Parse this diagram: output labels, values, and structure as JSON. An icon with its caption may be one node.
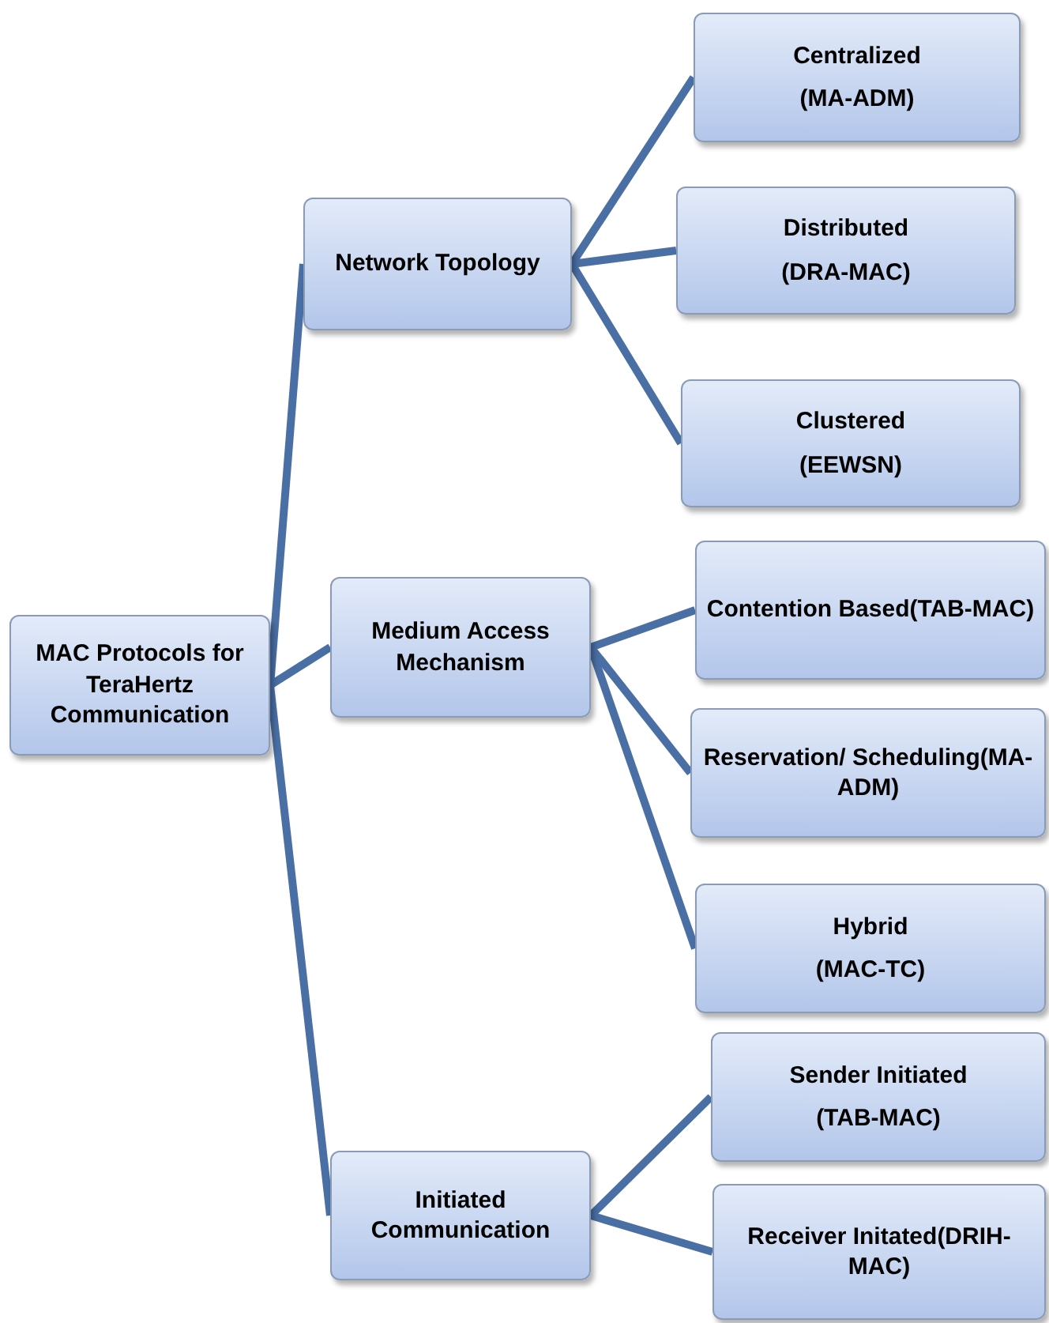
{
  "diagram": {
    "nodes": [
      {
        "text": [
          "MAC Protocols for TeraHertz Communication"
        ]
      },
      {
        "text": [
          "Network Topology"
        ]
      },
      {
        "text": [
          "Centralized",
          "(MA-ADM)"
        ]
      },
      {
        "text": [
          "Distributed",
          "(DRA-MAC)"
        ]
      },
      {
        "text": [
          "Clustered",
          "(EEWSN)"
        ]
      },
      {
        "text": [
          "Medium Access Mechanism"
        ]
      },
      {
        "text": [
          "Contention Based(TAB-MAC)"
        ]
      },
      {
        "text": [
          "Reservation/ Scheduling(MA-ADM)"
        ]
      },
      {
        "text": [
          "Hybrid",
          "(MAC-TC)"
        ]
      },
      {
        "text": [
          "Initiated Communication"
        ]
      },
      {
        "text": [
          "Sender Initiated",
          "(TAB-MAC)"
        ]
      },
      {
        "text": [
          "Receiver Initated(DRIH-MAC)"
        ]
      }
    ],
    "edges": [
      {
        "from": 0,
        "to": 1,
        "arrow": "none"
      },
      {
        "from": 0,
        "to": 5,
        "arrow": "none"
      },
      {
        "from": 0,
        "to": 9,
        "arrow": "none"
      },
      {
        "from": 1,
        "to": 2,
        "arrow": "none"
      },
      {
        "from": 1,
        "to": 3,
        "arrow": "none"
      },
      {
        "from": 1,
        "to": 4,
        "arrow": "none"
      },
      {
        "from": 5,
        "to": 6,
        "arrow": "none"
      },
      {
        "from": 5,
        "to": 7,
        "arrow": "none"
      },
      {
        "from": 5,
        "to": 8,
        "arrow": "none"
      },
      {
        "from": 9,
        "to": 10,
        "arrow": "none"
      },
      {
        "from": 9,
        "to": 11,
        "arrow": "none"
      }
    ]
  }
}
